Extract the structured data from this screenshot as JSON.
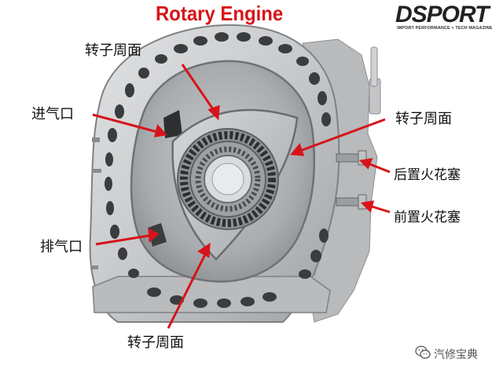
{
  "title": "Rotary Engine",
  "brand": {
    "name": "DSPORT",
    "tagline": "IMPORT PERFORMANCE + TECH MAGAZINE"
  },
  "labels": {
    "rotor_face_top": "转子周面",
    "intake_port": "进气口",
    "rotor_face_right": "转子周面",
    "rear_spark_plug": "后置火花塞",
    "front_spark_plug": "前置火花塞",
    "exhaust_port": "排气口",
    "rotor_face_bottom": "转子周面"
  },
  "watermark": {
    "text": "汽修宝典",
    "icon": "wechat-icon"
  },
  "colors": {
    "title": "#d7141a",
    "arrow": "#d7141a",
    "housing": "#c9cbcd"
  }
}
